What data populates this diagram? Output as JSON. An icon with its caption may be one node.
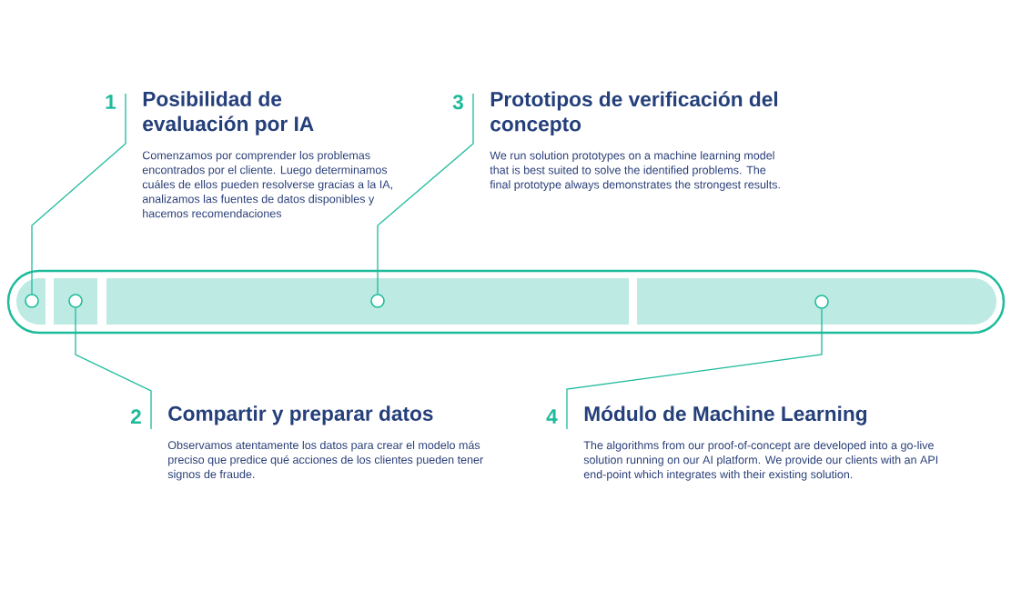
{
  "diagram": {
    "nodes": [
      {
        "text": [
          "Posibilidad de evaluación por IA",
          "Comenzamos por comprender los problemas encontrados por el cliente. Luego determinamos cuáles de ellos pueden resolverse gracias a la IA, analizamos las fuentes de datos disponibles y hacemos recomendaciones"
        ],
        "beside": [
          "1"
        ]
      },
      {
        "text": [
          "Prototipos de verificación del concepto",
          "We run solution prototypes on a machine learning model that is best suited to solve the identified problems. The final prototype always demonstrates the strongest results."
        ],
        "beside": [
          "3"
        ]
      },
      {
        "text": [],
        "shape": "bar"
      },
      {
        "text": [],
        "shape": "bar",
        "in": 2
      },
      {
        "text": [],
        "shape": "circle",
        "in": 3
      },
      {
        "text": [],
        "shape": "bar",
        "in": 2
      },
      {
        "text": [],
        "shape": "circle",
        "in": 5
      },
      {
        "text": [],
        "shape": "bar",
        "in": 2
      },
      {
        "text": [],
        "shape": "circle",
        "in": 7
      },
      {
        "text": [],
        "shape": "bar",
        "in": 2
      },
      {
        "text": [],
        "shape": "circle",
        "in": 9
      },
      {
        "text": [
          "Compartir y preparar datos",
          "Observamos atentamente los datos para crear el modelo más preciso que predice qué acciones de los clientes pueden tener signos de fraude."
        ],
        "beside": [
          "2"
        ]
      },
      {
        "text": [
          "Módulo de Machine Learning",
          "The algorithms from our proof-of-concept are developed into a go-live solution running on our AI platform. We provide our clients with an API end-point which integrates with their existing solution."
        ],
        "beside": [
          "4"
        ]
      }
    ],
    "edges": [
      {
        "from": 0,
        "to": 4,
        "arrow": "none"
      },
      {
        "from": 1,
        "to": 8,
        "arrow": "none"
      },
      {
        "from": 11,
        "to": 6,
        "arrow": "none"
      },
      {
        "from": 12,
        "to": 10,
        "arrow": "none"
      }
    ]
  }
}
